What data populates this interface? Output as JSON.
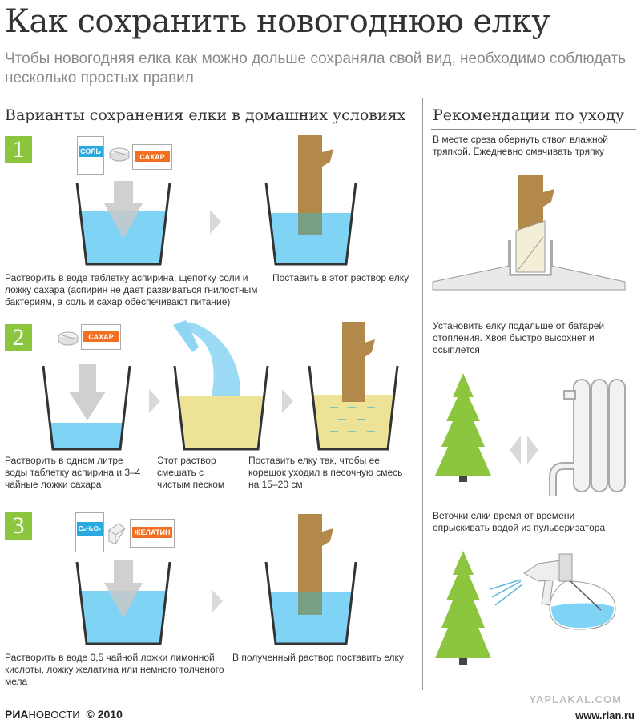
{
  "header": {
    "title": "Как сохранить новогоднюю елку",
    "subtitle": "Чтобы новогодняя елка как можно дольше сохраняла свой вид, необходимо соблюдать несколько простых правил"
  },
  "left": {
    "heading": "Варианты сохранения елки в домашних условиях",
    "methods": [
      {
        "number": "1",
        "labels": [
          "СОЛЬ",
          "САХАР"
        ],
        "captions": [
          "Растворить в воде таблетку аспирина, щепотку соли и ложку сахара (аспирин не дает развиваться гнилостным бактериям, а соль и сахар обеспечивают питание)",
          "Поставить в этот раствор елку"
        ]
      },
      {
        "number": "2",
        "labels": [
          "САХАР"
        ],
        "captions": [
          "Растворить в одном литре воды таблетку аспирина и 3–4 чайные ложки сахара",
          "Этот раствор смешать с чистым песком",
          "Поставить елку так, чтобы ее корешок уходил в песочную смесь на 15–20 см"
        ]
      },
      {
        "number": "3",
        "labels": [
          "C₆H₈O₇",
          "ЖЕЛАТИН"
        ],
        "captions": [
          "Растворить в воде 0,5 чайной ложки лимонной кислоты, ложку желатина или немного толченого мела",
          "В полученный раствор поставить елку"
        ]
      }
    ]
  },
  "right": {
    "heading": "Рекомендации по уходу",
    "tips": [
      "В месте среза обернуть ствол влажной тряпкой. Ежедневно смачивать тряпку",
      "Установить елку подальше от батарей отопления. Хвоя быстро высохнет и осыплется",
      "Веточки елки время от времени опрыскивать водой из пульверизатора"
    ]
  },
  "footer": {
    "logo_part1": "РИА",
    "logo_part2": "НОВОСТИ",
    "copyright": "© 2010",
    "site": "www.rian.ru",
    "watermark": "YAPLAKAL.COM"
  },
  "colors": {
    "green": "#8cc63e",
    "water": "#7fd4f6",
    "sand": "#ece397",
    "trunk": "#b2894a",
    "orange": "#f26f21",
    "blue_tag": "#2aa9e0",
    "tree": "#8cc63e"
  }
}
